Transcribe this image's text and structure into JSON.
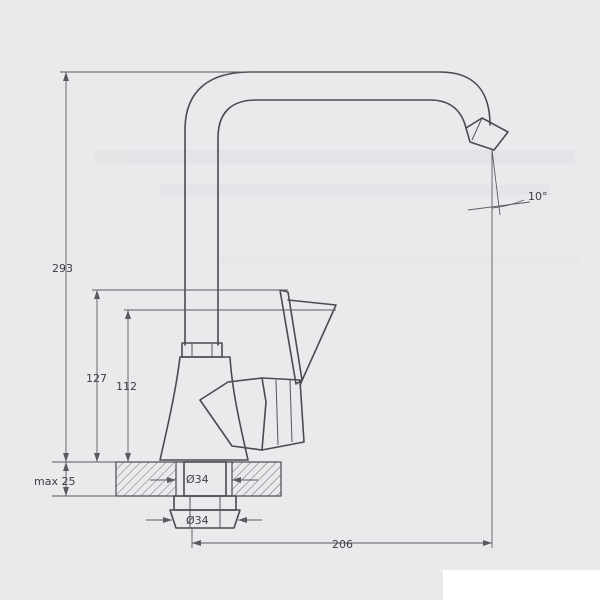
{
  "dimensions": {
    "overall_height": "293",
    "lever_height": "127",
    "spout_height": "112",
    "countertop_thickness": "max 25",
    "hole_diameter": "Ø34",
    "shank_diameter": "Ø34",
    "spout_reach": "206",
    "spout_angle": "10°"
  }
}
